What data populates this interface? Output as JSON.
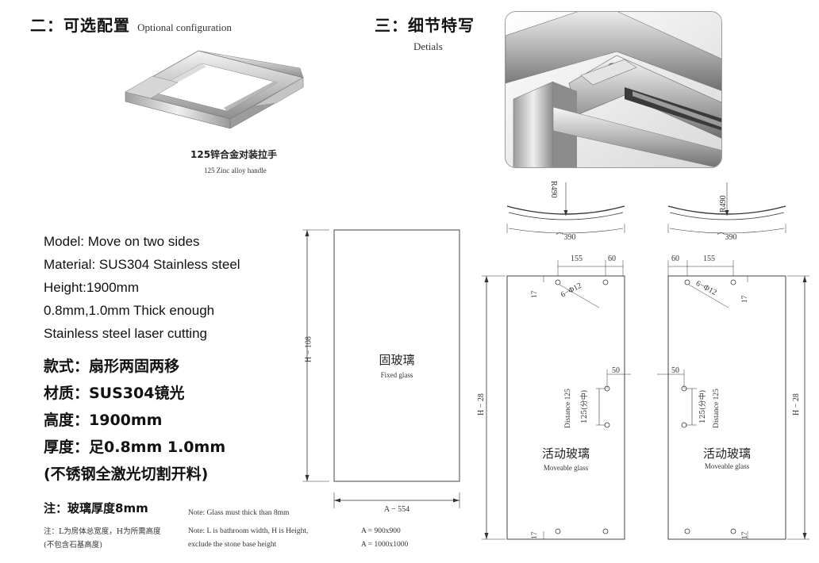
{
  "section2": {
    "title_cn": "二：可选配置",
    "title_en": "Optional configuration"
  },
  "section3": {
    "title_cn": "三：细节特写",
    "title_en": "Detials"
  },
  "handle": {
    "caption_cn": "125锌合金对装拉手",
    "caption_en": "125 Zinc alloy handle"
  },
  "specs_en": [
    "Model: Move on two sides",
    "Material: SUS304 Stainless steel",
    "Height:1900mm",
    "0.8mm,1.0mm Thick enough",
    "Stainless steel laser cutting"
  ],
  "specs_cn": [
    "款式：扇形两固两移",
    "材质：SUS304镜光",
    "高度：1900mm",
    "厚度：足0.8mm 1.0mm",
    "(不锈钢全激光切割开料)"
  ],
  "notes": {
    "glass_cn": "注：玻璃厚度8mm",
    "glass_en": "Note: Glass must thick than 8mm",
    "lh_cn_line1": "注：L为房体总宽度，H为所需高度",
    "lh_cn_line2": "(不包含石基高度)",
    "lh_en_line1": "Note: L is bathroom width, H is Height,",
    "lh_en_line2": "exclude the stone base height",
    "size1": "A = 900x900",
    "size2": "A = 1000x1000"
  },
  "fixed_panel": {
    "label_cn": "固玻璃",
    "label_en": "Fixed glass",
    "height_dim": "H − 108",
    "width_dim": "A − 554"
  },
  "moveable_left": {
    "arc_radius": "R490",
    "arc_chord": "390",
    "dim_155": "155",
    "dim_60": "60",
    "dim_17_top": "17",
    "hole_label": "6−Φ12",
    "dim_50": "50",
    "distance_label": "Distance 125",
    "center_label": "125(分中)",
    "height_dim": "H − 28",
    "label_cn": "活动玻璃",
    "label_en": "Moveable glass",
    "dim_17_bottom": "17"
  },
  "moveable_right": {
    "arc_radius": "R490",
    "arc_chord": "390",
    "dim_155": "155",
    "dim_60": "60",
    "dim_17_top": "17",
    "hole_label": "6−Φ12",
    "dim_50": "50",
    "distance_label": "Distance 125",
    "center_label": "125(分中)",
    "height_dim": "H − 28",
    "label_cn": "活动玻璃",
    "label_en": "Moveable glass",
    "dim_17_bottom": "17"
  },
  "icons": {
    "handle_photo": "steel-handle-illustration",
    "detail_photo": "steel-frame-detail-illustration"
  }
}
